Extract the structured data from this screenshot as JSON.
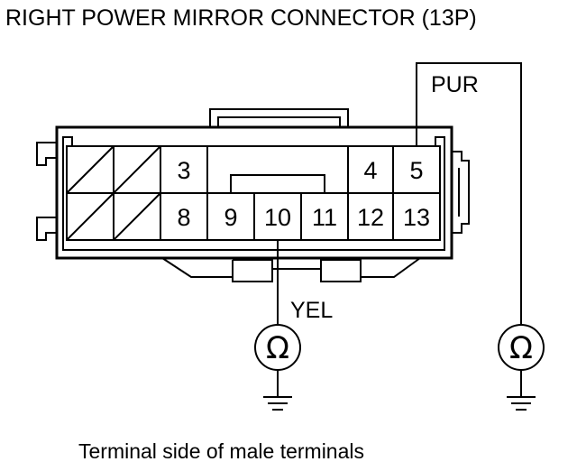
{
  "title": "RIGHT POWER MIRROR CONNECTOR (13P)",
  "caption": "Terminal side of male terminals",
  "terminals": {
    "t3": "3",
    "t4": "4",
    "t5": "5",
    "t8": "8",
    "t9": "9",
    "t10": "10",
    "t11": "11",
    "t12": "12",
    "t13": "13"
  },
  "wires": {
    "pur": "PUR",
    "yel": "YEL"
  },
  "meter_symbol": "Ω"
}
